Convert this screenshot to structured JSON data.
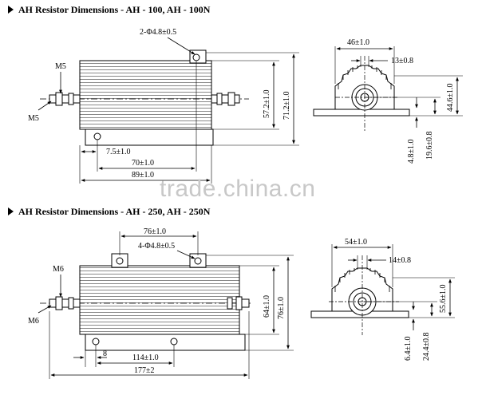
{
  "section1": {
    "heading": "AH Resistor Dimensions - AH - 100, AH - 100N",
    "side": {
      "hole_label": "2-Φ4.8±0.5",
      "thread_top": "M5",
      "thread_bottom": "M5",
      "dim_hole_offset": "7.5±1.0",
      "dim_hole_span": "70±1.0",
      "dim_length": "89±1.0",
      "dim_body_height": "57.2±1.0",
      "dim_total_height": "71.2±1.0"
    },
    "end": {
      "dim_width": "46±1.0",
      "dim_fin": "13±0.8",
      "dim_height": "44.6±1.0",
      "dim_base": "4.8±1.0",
      "dim_center": "19.6±0.8"
    }
  },
  "section2": {
    "heading": "AH Resistor Dimensions - AH - 250, AH - 250N",
    "side": {
      "dim_top_holes": "76±1.0",
      "hole_label": "4-Φ4.8±0.5",
      "thread_top": "M6",
      "thread_bottom": "M6",
      "dim_hole_offset": "8",
      "dim_hole_span": "114±1.0",
      "dim_length": "177±2",
      "dim_body_height": "64±1.0",
      "dim_total_height": "76±1.0"
    },
    "end": {
      "dim_width": "54±1.0",
      "dim_fin": "14±0.8",
      "dim_height": "55.6±1.0",
      "dim_base": "6.4±1.0",
      "dim_center": "24.4±0.8"
    }
  },
  "watermark": "trade.china.cn"
}
